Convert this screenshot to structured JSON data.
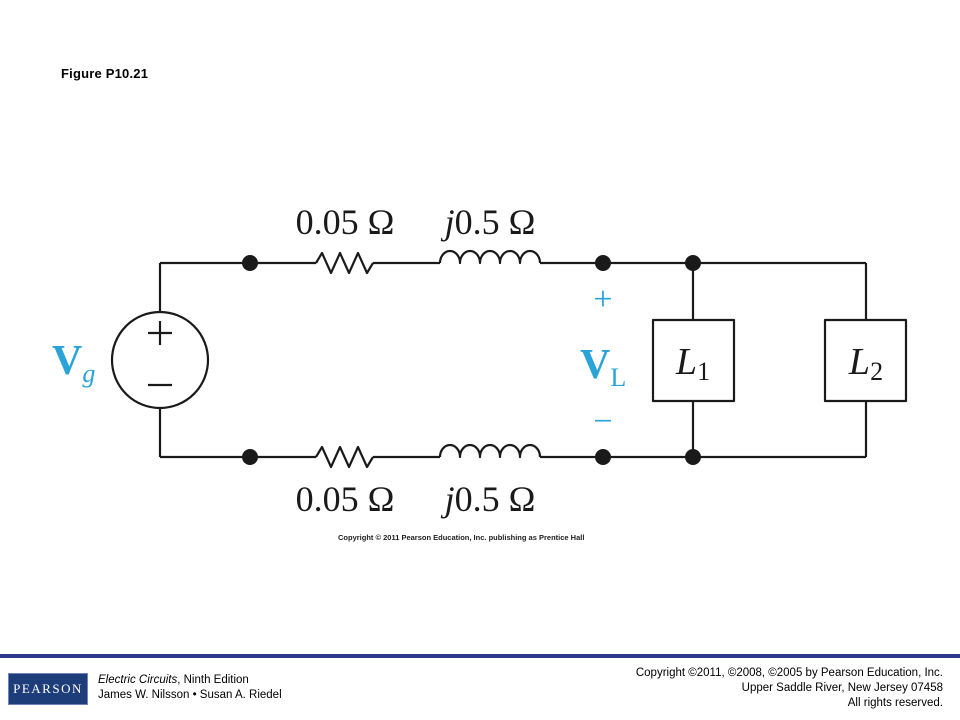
{
  "figure_title": "Figure P10.21",
  "circuit": {
    "source_label": "V",
    "source_subscript": "g",
    "load_voltage_label": "V",
    "load_voltage_subscript": "L",
    "plus_sign": "+",
    "minus_sign": "−",
    "top_resistor_label": "0.05 Ω",
    "top_inductor_j": "j",
    "top_inductor_value": "0.5 Ω",
    "bottom_resistor_label": "0.05 Ω",
    "bottom_inductor_j": "j",
    "bottom_inductor_value": "0.5 Ω",
    "load1_letter": "L",
    "load1_index": "1",
    "load2_letter": "L",
    "load2_index": "2"
  },
  "figure_copyright": "Copyright © 2011 Pearson Education, Inc. publishing as Prentice Hall",
  "footer": {
    "logo_text": "PEARSON",
    "book_title": "Electric Circuits",
    "book_edition": ", Ninth Edition",
    "authors": "James W. Nilsson • Susan A. Riedel",
    "copyright_line1": "Copyright ©2011, ©2008, ©2005 by Pearson Education, Inc.",
    "copyright_line2": "Upper Saddle River, New Jersey 07458",
    "copyright_line3": "All rights reserved."
  },
  "colors": {
    "accent_label": "#29a3d8",
    "wire": "#1a1a1a",
    "footer_rule": "#2e3a8c",
    "logo_bg": "#1d3d7a"
  }
}
